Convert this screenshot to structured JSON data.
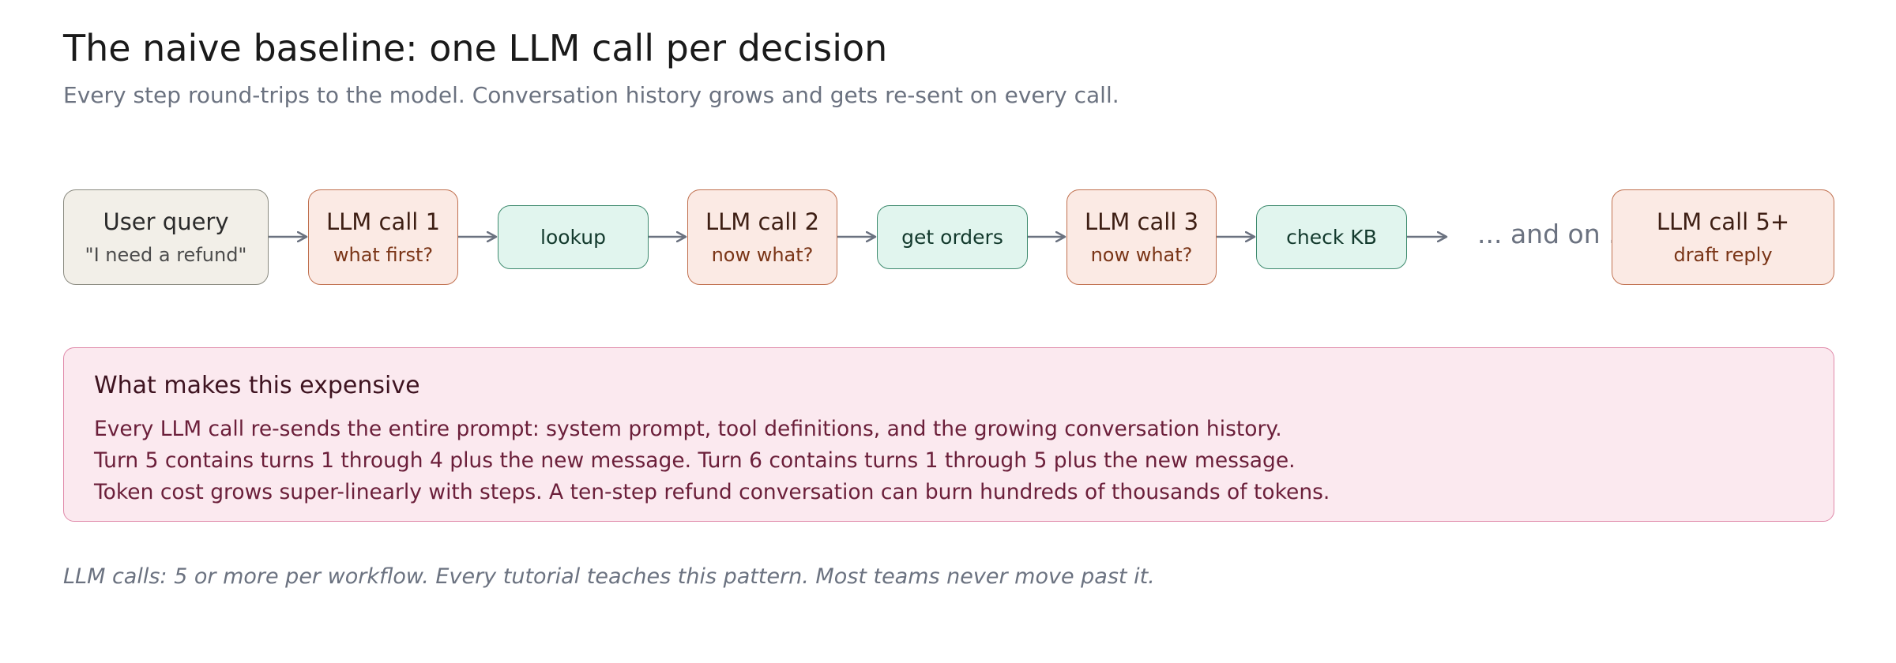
{
  "header": {
    "title": "The naive baseline: one LLM call per decision",
    "subtitle": "Every step round-trips to the model. Conversation history grows and gets re-sent on every call."
  },
  "flow": {
    "user_query": {
      "label": "User query",
      "detail": "\"I need a refund\""
    },
    "llm_call_1": {
      "label": "LLM call 1",
      "detail": "what first?"
    },
    "tool_1": {
      "label": "lookup"
    },
    "llm_call_2": {
      "label": "LLM call 2",
      "detail": "now what?"
    },
    "tool_2": {
      "label": "get orders"
    },
    "llm_call_3": {
      "label": "LLM call 3",
      "detail": "now what?"
    },
    "tool_3": {
      "label": "check KB"
    },
    "continuation": "... and on ...",
    "llm_call_5": {
      "label": "LLM call 5+",
      "detail": "draft reply"
    }
  },
  "panel": {
    "title": "What makes this expensive",
    "lines": [
      "Every LLM call re-sends the entire prompt: system prompt, tool definitions, and the growing conversation history.",
      "Turn 5 contains turns 1 through 4 plus the new message. Turn 6 contains turns 1 through 5 plus the new message.",
      "Token cost grows super-linearly with steps. A ten-step refund conversation can burn hundreds of thousands of tokens."
    ]
  },
  "footnote": "LLM calls: 5 or more per workflow. Every tutorial teaches this pattern. Most teams never move past it.",
  "colors": {
    "user_fill": "#f2efe8",
    "llm_fill": "#fbeae4",
    "llm_border": "#c0704f",
    "tool_fill": "#e1f5ee",
    "tool_border": "#3e8a6e",
    "panel_fill": "#fbe9ef",
    "panel_border": "#e08aaa",
    "arrow": "#6b7280"
  }
}
